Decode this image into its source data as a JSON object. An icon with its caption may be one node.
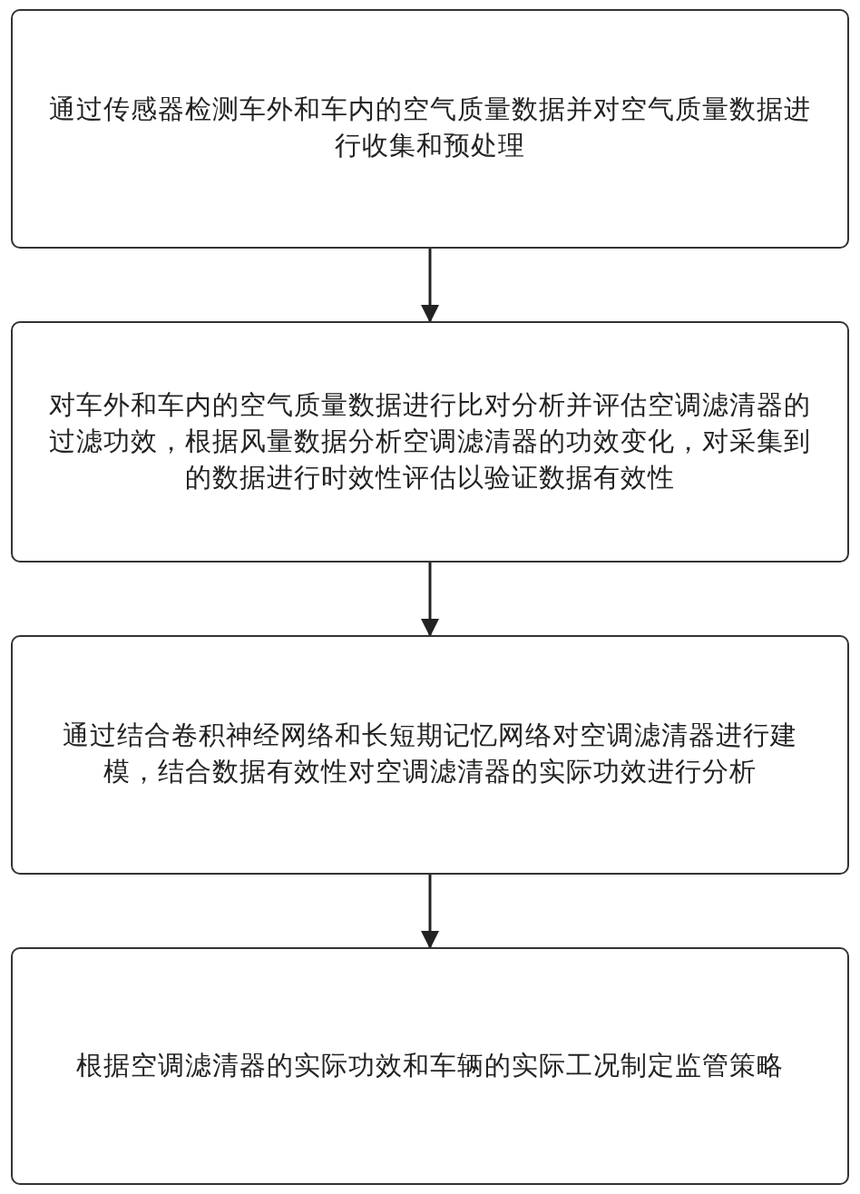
{
  "diagram": {
    "nodes": [
      {
        "text": [
          "通过传感器检测车外和车内的空气质量数据并对空气质量数据进行收集和预处理"
        ]
      },
      {
        "text": [
          "对车外和车内的空气质量数据进行比对分析并评估空调滤清器的过滤功效，根据风量数据分析空调滤清器的功效变化，对采集到的数据进行时效性评估以验证数据有效性"
        ]
      },
      {
        "text": [
          "通过结合卷积神经网络和长短期记忆网络对空调滤清器进行建模，结合数据有效性对空调滤清器的实际功效进行分析"
        ]
      },
      {
        "text": [
          "根据空调滤清器的实际功效和车辆的实际工况制定监管策略"
        ]
      }
    ],
    "edges": [
      {
        "from": 0,
        "to": 1,
        "arrow": "to"
      },
      {
        "from": 1,
        "to": 2,
        "arrow": "to"
      },
      {
        "from": 2,
        "to": 3,
        "arrow": "to"
      }
    ]
  }
}
